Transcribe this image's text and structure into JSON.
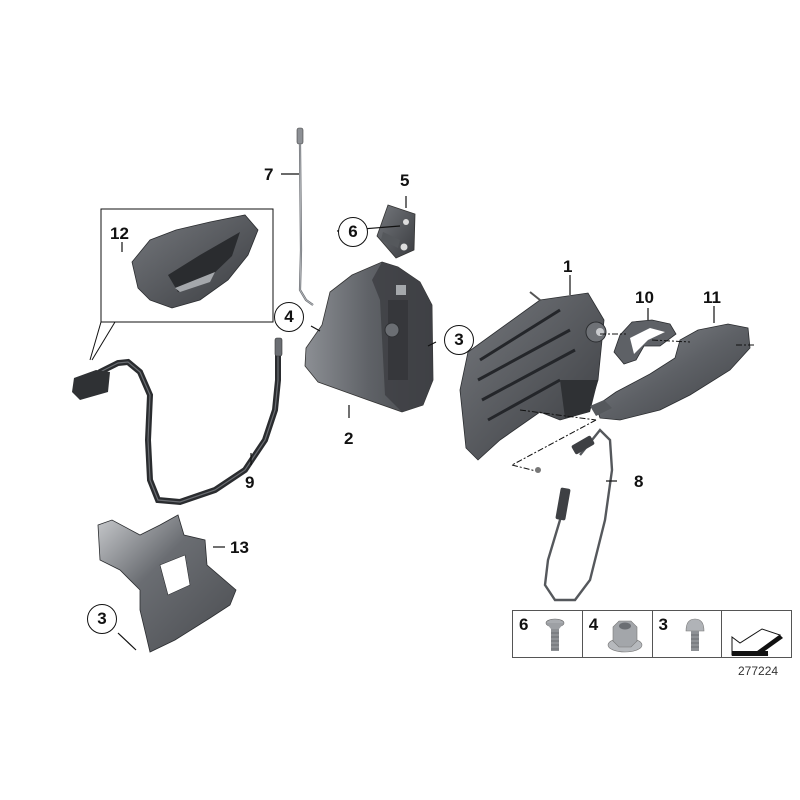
{
  "diagram": {
    "type": "exploded-parts-diagram",
    "subject": "Door lock and outside door handle assembly",
    "image_id": "277224",
    "colors": {
      "background": "#ffffff",
      "part_dark": "#3a3c40",
      "part_mid": "#6b6e73",
      "part_light": "#b9bcc0",
      "line": "#111111"
    },
    "callouts": [
      {
        "id": "1",
        "text": "1",
        "style": "plain"
      },
      {
        "id": "2",
        "text": "2",
        "style": "plain"
      },
      {
        "id": "3a",
        "text": "3",
        "style": "circled"
      },
      {
        "id": "3b",
        "text": "3",
        "style": "circled"
      },
      {
        "id": "4",
        "text": "4",
        "style": "circled"
      },
      {
        "id": "5",
        "text": "5",
        "style": "plain"
      },
      {
        "id": "6",
        "text": "6",
        "style": "circled"
      },
      {
        "id": "7",
        "text": "7",
        "style": "plain"
      },
      {
        "id": "8",
        "text": "8",
        "style": "plain"
      },
      {
        "id": "9",
        "text": "9",
        "style": "plain"
      },
      {
        "id": "10",
        "text": "10",
        "style": "plain"
      },
      {
        "id": "11",
        "text": "11",
        "style": "plain"
      },
      {
        "id": "12",
        "text": "12",
        "style": "plain"
      },
      {
        "id": "13",
        "text": "13",
        "style": "plain"
      }
    ],
    "legend": {
      "cells": [
        {
          "number": "6",
          "icon": "countersunk-screw-icon"
        },
        {
          "number": "4",
          "icon": "flange-nut-icon"
        },
        {
          "number": "3",
          "icon": "pan-head-screw-icon"
        },
        {
          "number": "",
          "icon": "direction-arrow-icon"
        }
      ]
    }
  }
}
